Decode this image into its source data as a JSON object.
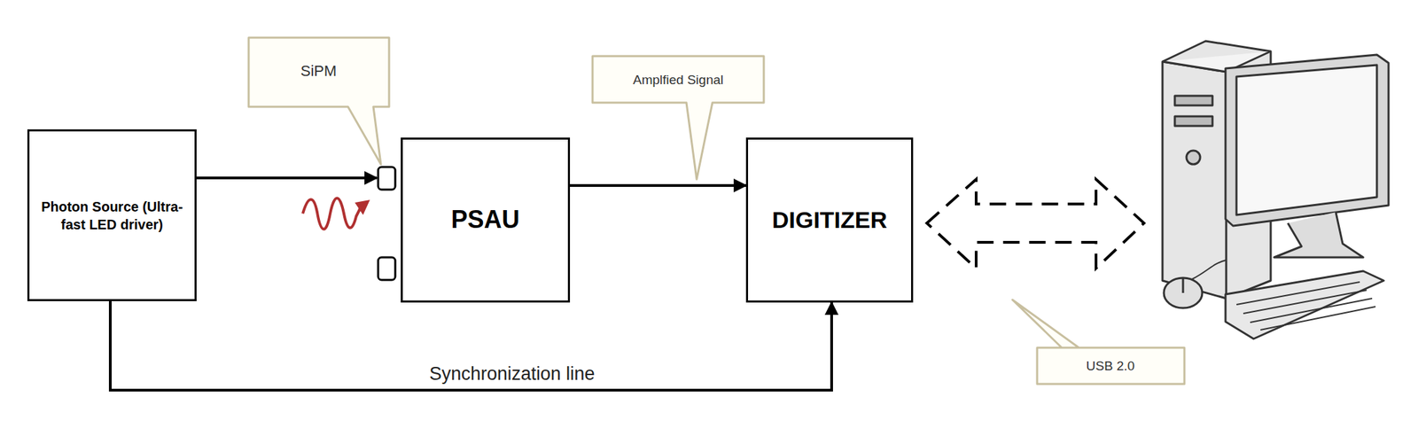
{
  "diagram": {
    "nodes": [
      {
        "text": [
          "Photon Source (Ultra-fast LED driver)"
        ]
      },
      {
        "text": [
          "PSAU"
        ]
      },
      {
        "text": [
          "DIGITIZER"
        ]
      }
    ],
    "edges": [
      {
        "from": 0,
        "to": 1,
        "arrow": "to"
      },
      {
        "from": 1,
        "to": 2,
        "arrow": "to"
      },
      {
        "from": 0,
        "to": 2,
        "arrow": "to",
        "label": "Synchronization line"
      }
    ],
    "labels": [
      "SiPM",
      "Amplfied Signal",
      "USB 2.0"
    ]
  }
}
